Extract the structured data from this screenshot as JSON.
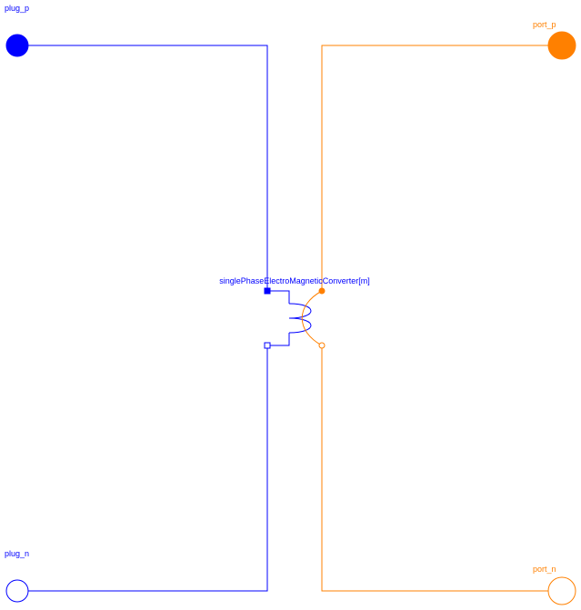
{
  "diagram": {
    "colors": {
      "electric": "#0000ff",
      "magnetic": "#ff8000",
      "background": "#ffffff"
    },
    "connectors": {
      "plug_p": {
        "label": "plug_p",
        "style": "filled-circle"
      },
      "plug_n": {
        "label": "plug_n",
        "style": "hollow-circle"
      },
      "port_p": {
        "label": "port_p",
        "style": "filled-circle"
      },
      "port_n": {
        "label": "port_n",
        "style": "hollow-circle"
      }
    },
    "component": {
      "label": "singlePhaseElectroMagneticConverter[m]",
      "icon": "coil-icon"
    }
  }
}
